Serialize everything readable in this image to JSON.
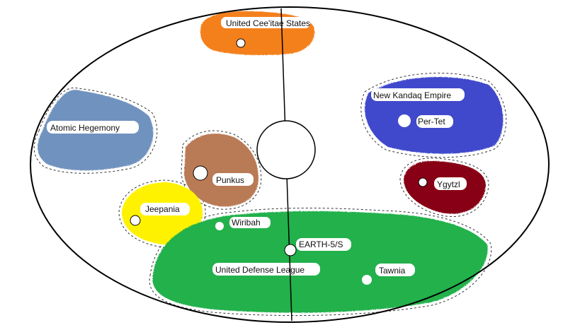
{
  "map": {
    "colors": {
      "background": "#ffffff",
      "outline": "#000000",
      "united_ceeitae_states": "#f4801f",
      "new_kandaq_empire": "#3f48cc",
      "atomic_hegemony": "#7092be",
      "punkus": "#b97a57",
      "ygytzl": "#880015",
      "jeepania": "#fff200",
      "united_defense_league": "#22b14c"
    },
    "regions": {
      "united_ceeitae_states": "United Cee'itae States",
      "new_kandaq_empire": "New Kandaq Empire",
      "atomic_hegemony": "Atomic Hegemony",
      "punkus": "Punkus",
      "ygytzl": "Ygytzl",
      "jeepania": "Jeepania",
      "united_defense_league": "United Defense League"
    },
    "places": {
      "per_tet": "Per-Tet",
      "wiribah": "Wiribah",
      "earth_5s": "EARTH-5/S",
      "tawnia": "Tawnia"
    }
  }
}
